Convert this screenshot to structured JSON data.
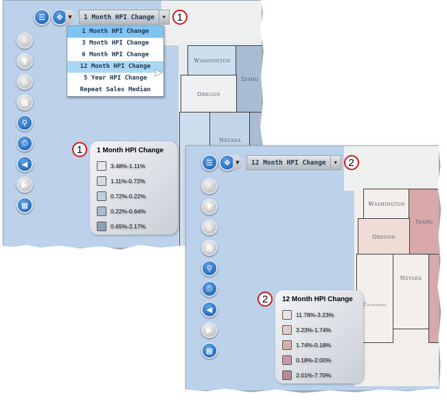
{
  "panel1": {
    "selected_layer": "1 Month HPI Change",
    "callout_number": "1",
    "dropdown_options": [
      {
        "label": "1 Month HPI Change",
        "state": "selected"
      },
      {
        "label": "3 Month HPI Change",
        "state": ""
      },
      {
        "label": "6 Month HPI Change",
        "state": ""
      },
      {
        "label": "12 Month HPI Change",
        "state": "hover"
      },
      {
        "label": "5 Year HPI Change",
        "state": ""
      },
      {
        "label": "Repeat Sales Median",
        "state": ""
      }
    ],
    "states": {
      "washington": "Washington",
      "oregon": "Oregon",
      "idaho": "Idaho",
      "nevada": "Nevada"
    },
    "state_colors": {
      "washington": "#cfdeec",
      "oregon": "#eef0f2",
      "idaho": "#a8bdd4",
      "nevada": "#c2d4e6",
      "california": "#cfdeec"
    },
    "legend": {
      "title": "1 Month HPI Change",
      "callout_number": "1",
      "items": [
        {
          "label": "3.48%-1.11%",
          "color": "#e4e6e8"
        },
        {
          "label": "1.11%-0.72%",
          "color": "#d3dbe3"
        },
        {
          "label": "0.72%-0.22%",
          "color": "#bfcfdd"
        },
        {
          "label": "0.22%-0.64%",
          "color": "#a9bbcc"
        },
        {
          "label": "0.65%-2.17%",
          "color": "#8da2b8"
        }
      ]
    }
  },
  "panel2": {
    "selected_layer": "12 Month HPI Change",
    "callout_number": "2",
    "states": {
      "washington": "Washington",
      "oregon": "Oregon",
      "idaho": "Idaho",
      "nevada": "Nevada",
      "california": "California"
    },
    "state_colors": {
      "washington": "#f4eeec",
      "oregon": "#efdcd6",
      "idaho": "#d9a9a9",
      "nevada": "#f4eeec",
      "california": "#f4eeec"
    },
    "legend": {
      "title": "12 Month HPI Change",
      "callout_number": "2",
      "items": [
        {
          "label": "11.78%-3.23%",
          "color": "#e8e2e0"
        },
        {
          "label": "3.23%-1.74%",
          "color": "#e0cbc4"
        },
        {
          "label": "1.74%-0.18%",
          "color": "#d6b0ad"
        },
        {
          "label": "0.18%-2.00%",
          "color": "#c99aa0"
        },
        {
          "label": "2.01%-7.70%",
          "color": "#b98a90"
        }
      ]
    }
  },
  "toolbar_icons": {
    "layers": "layers-icon",
    "navigate": "pan-icon",
    "identify": "identify-icon",
    "filter": "filter-icon",
    "clear": "eraser-icon",
    "table_disabled": "table-icon",
    "zoom": "magnifier-icon",
    "print": "print-icon",
    "back": "back-icon",
    "forward": "forward-icon",
    "grid": "grid-icon"
  }
}
